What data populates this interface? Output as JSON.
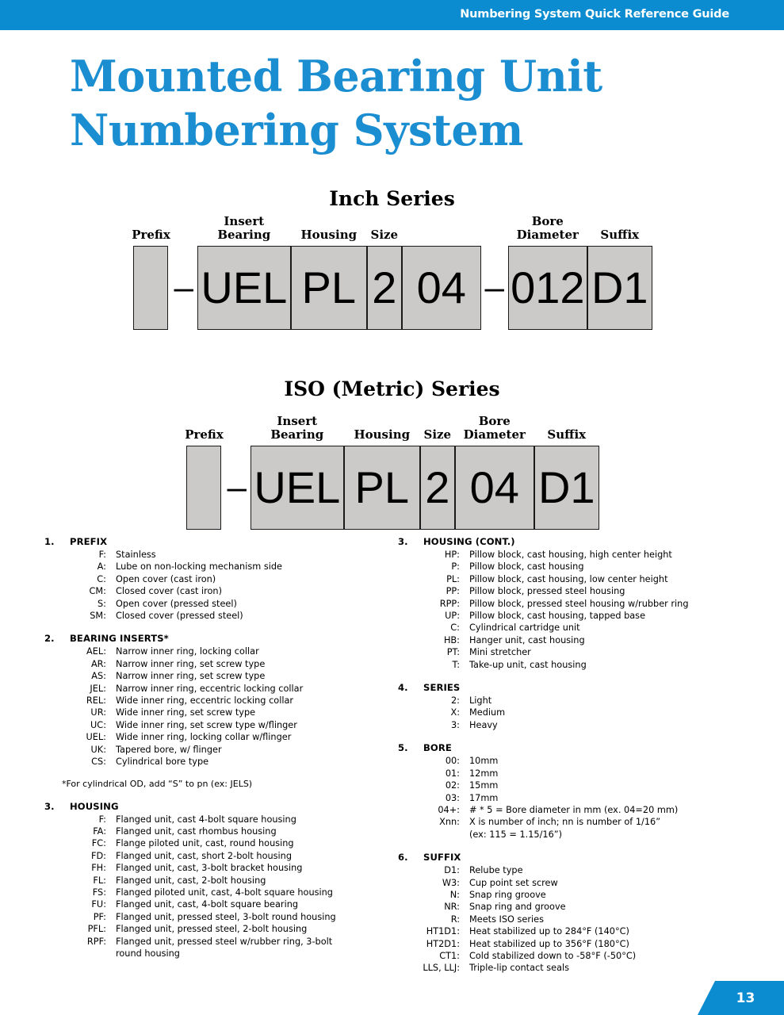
{
  "header": {
    "guide_label": "Numbering System Quick Reference Guide",
    "accent_color": "#0b8cd0"
  },
  "title": {
    "line1": "Mounted Bearing Unit",
    "line2": "Numbering System",
    "color": "#1b8ed1"
  },
  "diagrams": [
    {
      "heading": "Inch Series",
      "segments": [
        {
          "label": "Prefix",
          "value": "",
          "width": 44,
          "type": "box"
        },
        {
          "label": "",
          "value": "–",
          "type": "dash"
        },
        {
          "label": "Insert\nBearing",
          "value": "UEL",
          "width": 118,
          "type": "box"
        },
        {
          "label": "Housing",
          "value": "PL",
          "width": 96,
          "type": "box"
        },
        {
          "label": "Size",
          "value": "2",
          "width": 44,
          "type": "box"
        },
        {
          "label": "",
          "value": "04",
          "width": 100,
          "type": "box"
        },
        {
          "label": "",
          "value": "–",
          "type": "dash"
        },
        {
          "label": "Bore\nDiameter",
          "value": "012",
          "width": 100,
          "type": "box"
        },
        {
          "label": "Suffix",
          "value": "D1",
          "width": 82,
          "type": "box"
        }
      ]
    },
    {
      "heading": "ISO (Metric) Series",
      "segments": [
        {
          "label": "Prefix",
          "value": "",
          "width": 44,
          "type": "box"
        },
        {
          "label": "",
          "value": "–",
          "type": "dash"
        },
        {
          "label": "Insert\nBearing",
          "value": "UEL",
          "width": 118,
          "type": "box"
        },
        {
          "label": "Housing",
          "value": "PL",
          "width": 96,
          "type": "box"
        },
        {
          "label": "Size",
          "value": "2",
          "width": 44,
          "type": "box"
        },
        {
          "label": "Bore\nDiameter",
          "value": "04",
          "width": 100,
          "type": "box"
        },
        {
          "label": "Suffix",
          "value": "D1",
          "width": 82,
          "type": "box"
        }
      ]
    }
  ],
  "legend_left": [
    {
      "num": "1.",
      "title": "PREFIX",
      "entries": [
        {
          "code": "F:",
          "desc": "Stainless"
        },
        {
          "code": "A:",
          "desc": "Lube on non-locking mechanism side"
        },
        {
          "code": "C:",
          "desc": "Open cover (cast iron)"
        },
        {
          "code": "CM:",
          "desc": "Closed cover (cast iron)"
        },
        {
          "code": "S:",
          "desc": "Open cover (pressed steel)"
        },
        {
          "code": "SM:",
          "desc": "Closed cover (pressed steel)"
        }
      ]
    },
    {
      "num": "2.",
      "title": "BEARING INSERTS*",
      "entries": [
        {
          "code": "AEL:",
          "desc": "Narrow inner ring, locking collar"
        },
        {
          "code": "AR:",
          "desc": "Narrow inner ring, set screw type"
        },
        {
          "code": "AS:",
          "desc": "Narrow inner ring, set screw type"
        },
        {
          "code": "JEL:",
          "desc": "Narrow inner ring, eccentric locking collar"
        },
        {
          "code": "REL:",
          "desc": "Wide inner ring, eccentric locking collar"
        },
        {
          "code": "UR:",
          "desc": "Wide inner ring, set screw type"
        },
        {
          "code": "UC:",
          "desc": "Wide inner ring, set screw type w/flinger"
        },
        {
          "code": "UEL:",
          "desc": "Wide inner ring, locking collar w/flinger"
        },
        {
          "code": "UK:",
          "desc": "Tapered bore,  w/ flinger"
        },
        {
          "code": "CS:",
          "desc": "Cylindrical bore type"
        }
      ],
      "footnote": "*For cylindrical OD, add “S” to pn (ex: JELS)"
    },
    {
      "num": "3.",
      "title": "HOUSING",
      "entries": [
        {
          "code": "F:",
          "desc": "Flanged unit, cast 4-bolt square housing"
        },
        {
          "code": "FA:",
          "desc": "Flanged unit, cast rhombus housing"
        },
        {
          "code": "FC:",
          "desc": "Flange piloted unit, cast, round housing"
        },
        {
          "code": "FD:",
          "desc": "Flanged unit, cast, short 2-bolt housing"
        },
        {
          "code": "FH:",
          "desc": "Flanged unit, cast, 3-bolt bracket housing"
        },
        {
          "code": "FL:",
          "desc": "Flanged unit, cast, 2-bolt housing"
        },
        {
          "code": "FS:",
          "desc": "Flanged piloted unit, cast, 4-bolt square housing"
        },
        {
          "code": "FU:",
          "desc": "Flanged unit, cast, 4-bolt square bearing"
        },
        {
          "code": "PF:",
          "desc": "Flanged unit, pressed steel, 3-bolt round housing"
        },
        {
          "code": "PFL:",
          "desc": "Flanged unit, pressed steel, 2-bolt housing"
        },
        {
          "code": "RPF:",
          "desc": "Flanged unit, pressed steel w/rubber ring, 3-bolt",
          "desc2": "round housing"
        }
      ]
    }
  ],
  "legend_right": [
    {
      "num": "3.",
      "title": "HOUSING (CONT.)",
      "entries": [
        {
          "code": "HP:",
          "desc": "Pillow block, cast housing, high center height"
        },
        {
          "code": "P:",
          "desc": "Pillow block, cast housing"
        },
        {
          "code": "PL:",
          "desc": "Pillow block, cast housing, low center height"
        },
        {
          "code": "PP:",
          "desc": "Pillow block, pressed steel housing"
        },
        {
          "code": "RPP:",
          "desc": "Pillow block, pressed steel housing w/rubber ring"
        },
        {
          "code": "UP:",
          "desc": "Pillow block, cast housing, tapped base"
        },
        {
          "code": "C:",
          "desc": "Cylindrical cartridge unit"
        },
        {
          "code": "HB:",
          "desc": "Hanger unit, cast housing"
        },
        {
          "code": "PT:",
          "desc": "Mini stretcher"
        },
        {
          "code": "T:",
          "desc": "Take-up unit, cast housing"
        }
      ]
    },
    {
      "num": "4.",
      "title": "SERIES",
      "entries": [
        {
          "code": "2:",
          "desc": "Light"
        },
        {
          "code": "X:",
          "desc": "Medium"
        },
        {
          "code": "3:",
          "desc": "Heavy"
        }
      ]
    },
    {
      "num": "5.",
      "title": "BORE",
      "entries": [
        {
          "code": "00:",
          "desc": "10mm"
        },
        {
          "code": "01:",
          "desc": "12mm"
        },
        {
          "code": "02:",
          "desc": "15mm"
        },
        {
          "code": "03:",
          "desc": "17mm"
        },
        {
          "code": "04+:",
          "desc": "# * 5 = Bore diameter in mm (ex. 04=20 mm)"
        },
        {
          "code": "Xnn:",
          "desc": "X is number of inch; nn is number of 1/16”",
          "desc2": "(ex: 115 = 1.15/16”)"
        }
      ]
    },
    {
      "num": "6.",
      "title": "SUFFIX",
      "entries": [
        {
          "code": "D1:",
          "desc": "Relube type"
        },
        {
          "code": "W3:",
          "desc": "Cup point set screw"
        },
        {
          "code": "N:",
          "desc": "Snap ring groove"
        },
        {
          "code": "NR:",
          "desc": "Snap ring and groove"
        },
        {
          "code": "R:",
          "desc": "Meets ISO series"
        },
        {
          "code": "HT1D1:",
          "desc": "Heat stabilized up to 284°F (140°C)"
        },
        {
          "code": "HT2D1:",
          "desc": "Heat stabilized up to 356°F (180°C)"
        },
        {
          "code": "CT1:",
          "desc": "Cold stabilized down to -58°F (-50°C)"
        },
        {
          "code": "LLS, LLJ:",
          "desc": "Triple-lip contact seals"
        }
      ]
    }
  ],
  "footer": {
    "page_number": "13"
  }
}
